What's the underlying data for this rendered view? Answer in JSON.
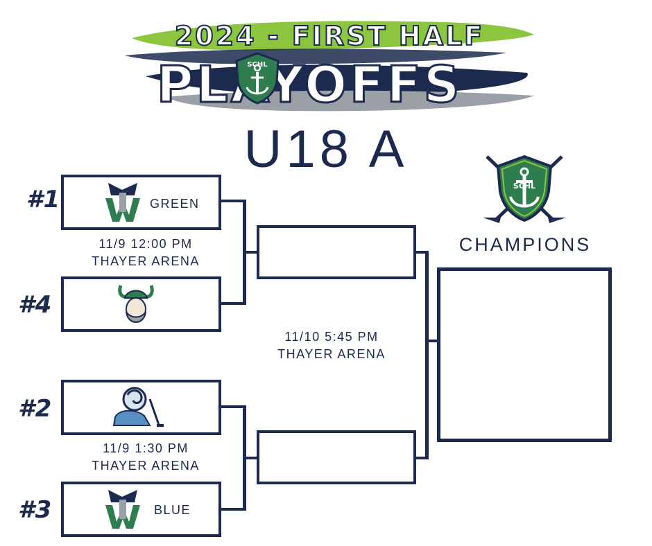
{
  "header": {
    "title_top": "2024 - FIRST HALF",
    "title_main": "PLAYOFFS",
    "badge_text": "SCHL",
    "division": "U18 A"
  },
  "bracket": {
    "seeds": [
      {
        "seed": "#1",
        "team": "GREEN"
      },
      {
        "seed": "#4",
        "team": ""
      },
      {
        "seed": "#2",
        "team": ""
      },
      {
        "seed": "#3",
        "team": "BLUE"
      }
    ],
    "games": [
      {
        "date": "11/9 12:00 PM",
        "venue": "THAYER ARENA"
      },
      {
        "date": "11/9 1:30 PM",
        "venue": "THAYER ARENA"
      },
      {
        "date": "11/10 5:45 PM",
        "venue": "THAYER ARENA"
      }
    ],
    "champions_label": "CHAMPIONS",
    "champion_badge_text": "SCHL"
  },
  "colors": {
    "navy": "#1b2a4e",
    "green": "#8cc63f",
    "teal": "#2e7d4f",
    "gray": "#9aa0a6"
  }
}
